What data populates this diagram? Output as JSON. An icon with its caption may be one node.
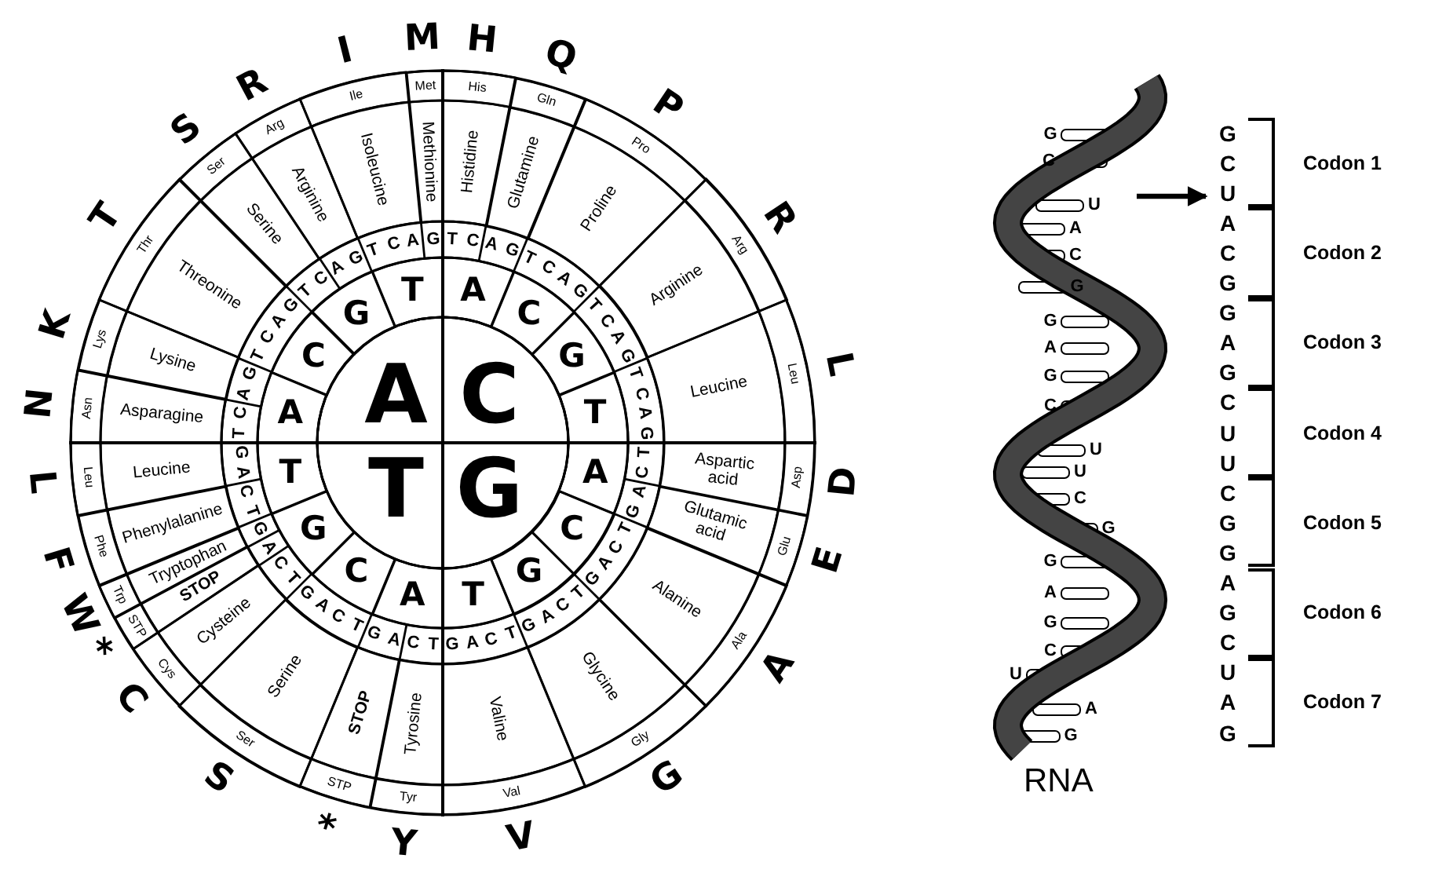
{
  "diagram": {
    "nodes": [
      {
        "text": [
          "A"
        ]
      },
      {
        "text": [
          "C"
        ]
      },
      {
        "text": [
          "T"
        ]
      },
      {
        "text": [
          "G"
        ]
      },
      {
        "text": [
          "A"
        ]
      },
      {
        "text": [
          "C"
        ]
      },
      {
        "text": [
          "G"
        ]
      },
      {
        "text": [
          "T"
        ]
      },
      {
        "text": [
          "A"
        ]
      },
      {
        "text": [
          "C"
        ]
      },
      {
        "text": [
          "G"
        ]
      },
      {
        "text": [
          "T"
        ]
      },
      {
        "text": [
          "A"
        ]
      },
      {
        "text": [
          "C"
        ]
      },
      {
        "text": [
          "G"
        ]
      },
      {
        "text": [
          "T"
        ]
      },
      {
        "text": [
          "A"
        ]
      },
      {
        "text": [
          "C"
        ]
      },
      {
        "text": [
          "G"
        ]
      },
      {
        "text": [
          "T"
        ]
      },
      {
        "text": [
          "Histidine",
          "His"
        ],
        "beside": [
          "H"
        ]
      },
      {
        "text": [
          "Glutamine",
          "Gln"
        ],
        "beside": [
          "Q"
        ]
      },
      {
        "text": [
          "Proline",
          "Pro"
        ],
        "beside": [
          "P"
        ]
      },
      {
        "text": [
          "Arginine",
          "Arg"
        ],
        "beside": [
          "R"
        ]
      },
      {
        "text": [
          "Leucine",
          "Leu"
        ],
        "beside": [
          "L"
        ]
      },
      {
        "text": [
          "Aspartic acid",
          "Asp"
        ],
        "beside": [
          "D"
        ]
      },
      {
        "text": [
          "Glutamic acid",
          "Glu"
        ],
        "beside": [
          "E"
        ]
      },
      {
        "text": [
          "Alanine",
          "Ala"
        ],
        "beside": [
          "A"
        ]
      },
      {
        "text": [
          "Glycine",
          "Gly"
        ],
        "beside": [
          "G"
        ]
      },
      {
        "text": [
          "Valine",
          "Val"
        ],
        "beside": [
          "V"
        ]
      },
      {
        "text": [
          "Tyrosine",
          "Tyr"
        ],
        "beside": [
          "Y"
        ]
      },
      {
        "text": [
          "STOP",
          "STP"
        ],
        "beside": [
          "*"
        ]
      },
      {
        "text": [
          "Serine",
          "Ser"
        ],
        "beside": [
          "S"
        ]
      },
      {
        "text": [
          "Cysteine",
          "Cys"
        ],
        "beside": [
          "C"
        ]
      },
      {
        "text": [
          "STOP",
          "STP"
        ],
        "beside": [
          "*"
        ]
      },
      {
        "text": [
          "Tryptophan",
          "Trp"
        ],
        "beside": [
          "W"
        ]
      },
      {
        "text": [
          "Phenylalanine",
          "Phe"
        ],
        "beside": [
          "F"
        ]
      },
      {
        "text": [
          "Leucine",
          "Leu"
        ],
        "beside": [
          "L"
        ]
      },
      {
        "text": [
          "Asparagine",
          "Asn"
        ],
        "beside": [
          "N"
        ]
      },
      {
        "text": [
          "Lysine",
          "Lys"
        ],
        "beside": [
          "K"
        ]
      },
      {
        "text": [
          "Threonine",
          "Thr"
        ],
        "beside": [
          "T"
        ]
      },
      {
        "text": [
          "Serine",
          "Ser"
        ],
        "beside": [
          "S"
        ]
      },
      {
        "text": [
          "Arginine",
          "Arg"
        ],
        "beside": [
          "R"
        ]
      },
      {
        "text": [
          "Isoleucine",
          "Ile"
        ],
        "beside": [
          "I"
        ]
      },
      {
        "text": [
          "Methionine",
          "Met"
        ],
        "beside": [
          "M"
        ]
      },
      {
        "text": [
          "G",
          "C",
          "U"
        ],
        "beside": [
          "Codon 1"
        ]
      },
      {
        "text": [
          "A",
          "C",
          "G"
        ],
        "beside": [
          "Codon 2"
        ]
      },
      {
        "text": [
          "G",
          "A",
          "G"
        ],
        "beside": [
          "Codon 3"
        ]
      },
      {
        "text": [
          "C",
          "U",
          "U"
        ],
        "beside": [
          "Codon 4"
        ]
      },
      {
        "text": [
          "C",
          "G",
          "G"
        ],
        "beside": [
          "Codon 5"
        ]
      },
      {
        "text": [
          "A",
          "G",
          "C"
        ],
        "beside": [
          "Codon 6"
        ]
      },
      {
        "text": [
          "U",
          "A",
          "G"
        ],
        "beside": [
          "Codon 7"
        ]
      }
    ],
    "edges": [
      {
        "from": null,
        "to": 45,
        "arrow": "to"
      }
    ],
    "labels": [
      "T",
      "C",
      "A",
      "G",
      "T",
      "C",
      "A",
      "G",
      "T",
      "C",
      "A",
      "G",
      "T",
      "C",
      "A",
      "G",
      "T",
      "C",
      "A",
      "G",
      "T",
      "C",
      "A",
      "G",
      "T",
      "C",
      "A",
      "G",
      "T",
      "C",
      "A",
      "G",
      "T",
      "C",
      "A",
      "G",
      "T",
      "C",
      "A",
      "G",
      "T",
      "C",
      "A",
      "G",
      "T",
      "C",
      "A",
      "G",
      "T",
      "C",
      "A",
      "G",
      "T",
      "C",
      "A",
      "G",
      "T",
      "C",
      "A",
      "G",
      "T",
      "C",
      "A",
      "G",
      "G",
      "C",
      "U",
      "A",
      "C",
      "G",
      "G",
      "A",
      "G",
      "C",
      "U",
      "U",
      "C",
      "G",
      "G",
      "A",
      "G",
      "C",
      "U",
      "A",
      "G",
      "RNA"
    ]
  }
}
